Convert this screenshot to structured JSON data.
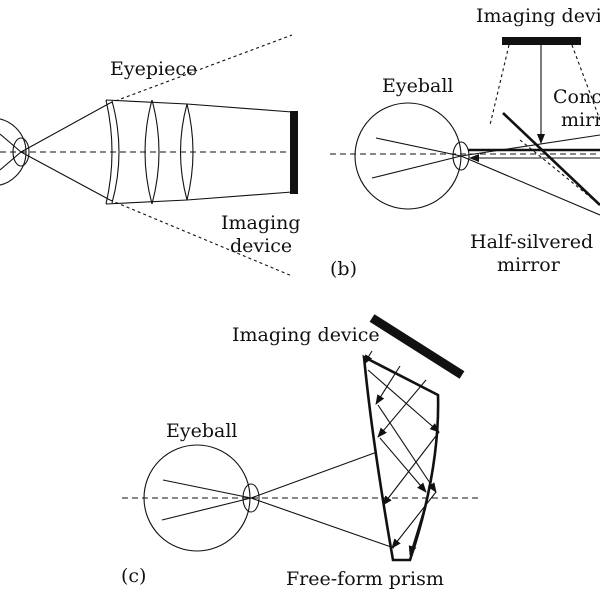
{
  "panel_a": {
    "eyepiece_label": "Eyepiece",
    "imaging_device_label_line1": "Imaging",
    "imaging_device_label_line2": "device"
  },
  "panel_b": {
    "tag": "(b)",
    "imaging_device_label": "Imaging device",
    "eyeball_label": "Eyeball",
    "concave_mirror_label_line1": "Conca",
    "concave_mirror_label_line2": "mirro",
    "half_silvered_label_line1": "Half-silvered",
    "half_silvered_label_line2": "mirror"
  },
  "panel_c": {
    "tag": "(c)",
    "imaging_device_label": "Imaging device",
    "eyeball_label": "Eyeball",
    "prism_label": "Free-form prism"
  },
  "colors": {
    "ink": "#111111",
    "background": "#ffffff"
  }
}
